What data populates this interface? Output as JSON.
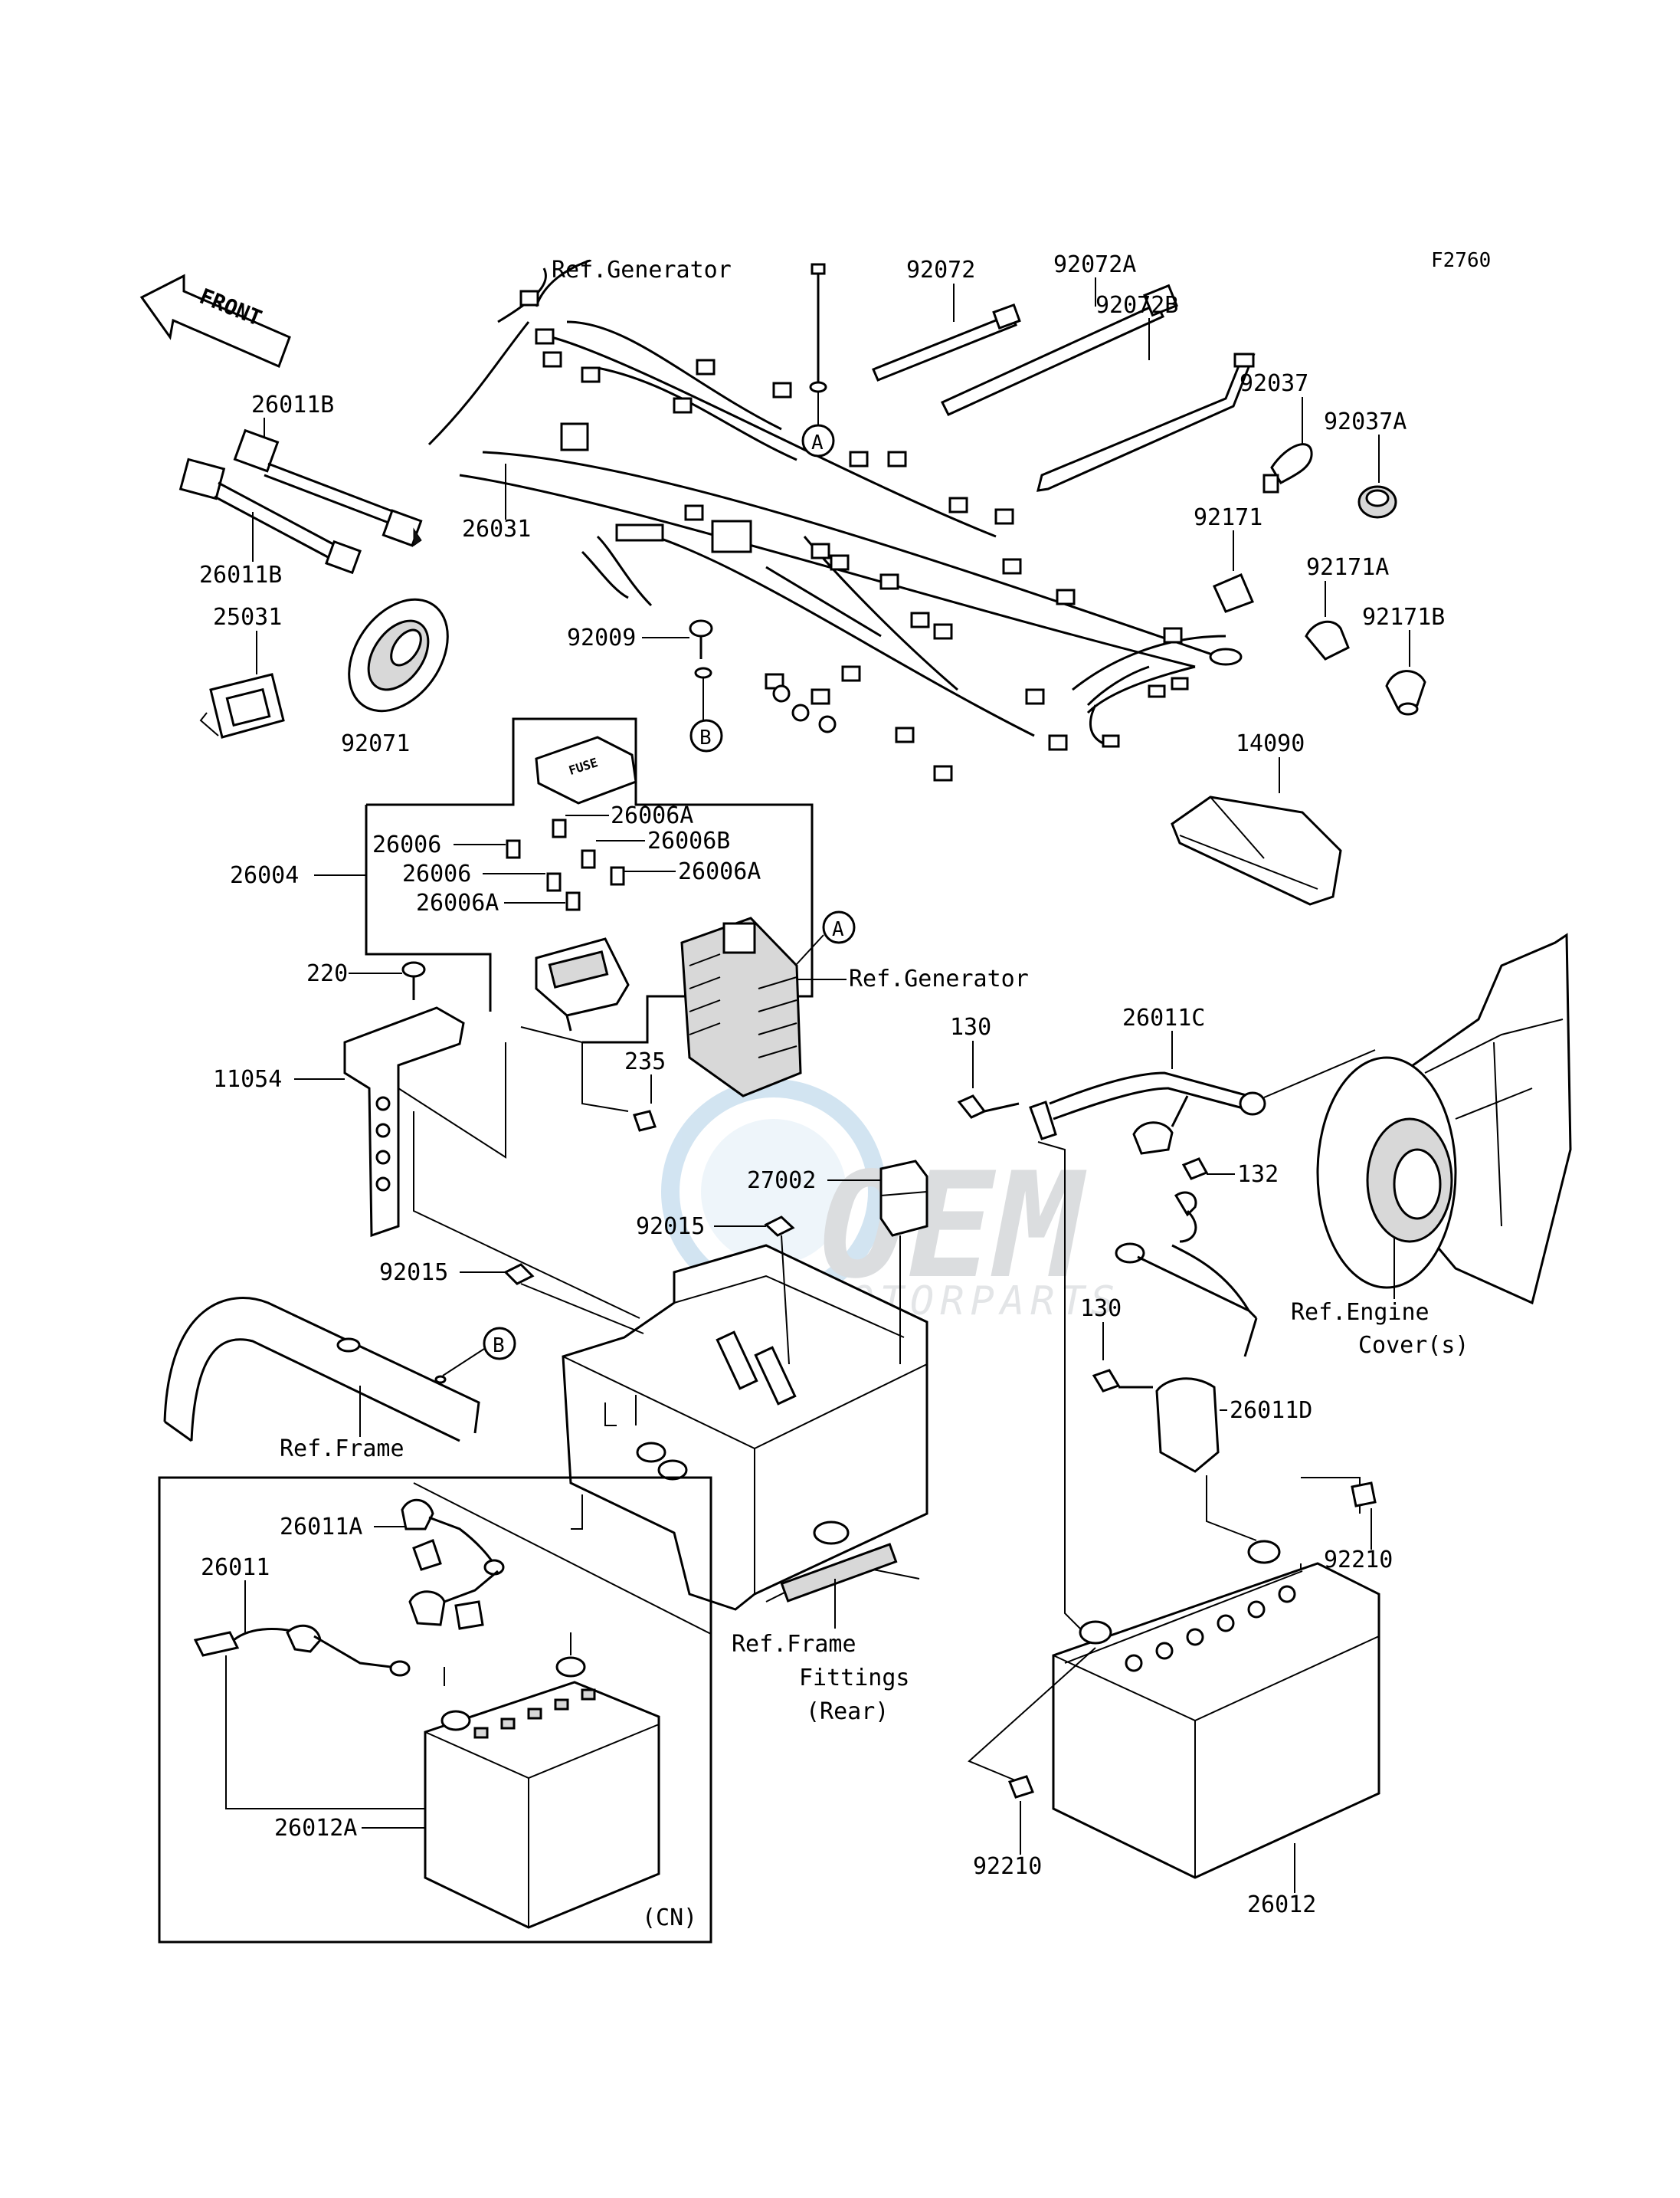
{
  "diagram_code": "F2760",
  "front_label": "FRONT",
  "watermark": {
    "brand": "OEM",
    "sub": "MOTORPARTS"
  },
  "labels": {
    "ref_generator_top": "Ref.Generator",
    "p92072": "92072",
    "p92072A": "92072A",
    "p92072B": "92072B",
    "p92037": "92037",
    "p92037A": "92037A",
    "p26011B_top": "26011B",
    "p26031": "26031",
    "p26011B_bottom": "26011B",
    "p25031": "25031",
    "p92071": "92071",
    "p92009": "92009",
    "p92171": "92171",
    "p92171A": "92171A",
    "p92171B": "92171B",
    "p14090": "14090",
    "p26006A_1": "26006A",
    "p26006_1": "26006",
    "p26006B": "26006B",
    "p26004": "26004",
    "p26006_2": "26006",
    "p26006A_2": "26006A",
    "p26006A_3": "26006A",
    "ref_generator_mid": "Ref.Generator",
    "p220": "220",
    "p11054": "11054",
    "p235": "235",
    "p130_top": "130",
    "p26011C": "26011C",
    "p132": "132",
    "p27002": "27002",
    "p92015_right": "92015",
    "p92015_left": "92015",
    "ref_frame": "Ref.Frame",
    "p130_bottom": "130",
    "ref_engine_1": "Ref.Engine",
    "ref_engine_2": "Cover(s)",
    "p26011D": "26011D",
    "p26011A": "26011A",
    "p26011": "26011",
    "p92210_right": "92210",
    "ref_frame_fit_1": "Ref.Frame",
    "ref_frame_fit_2": "Fittings",
    "ref_frame_fit_3": "(Rear)",
    "p26012A": "26012A",
    "cn": "(CN)",
    "p92210_bottom": "92210",
    "p26012": "26012",
    "fuse_text": "FUSE",
    "callout_A": "A",
    "callout_B": "B"
  }
}
